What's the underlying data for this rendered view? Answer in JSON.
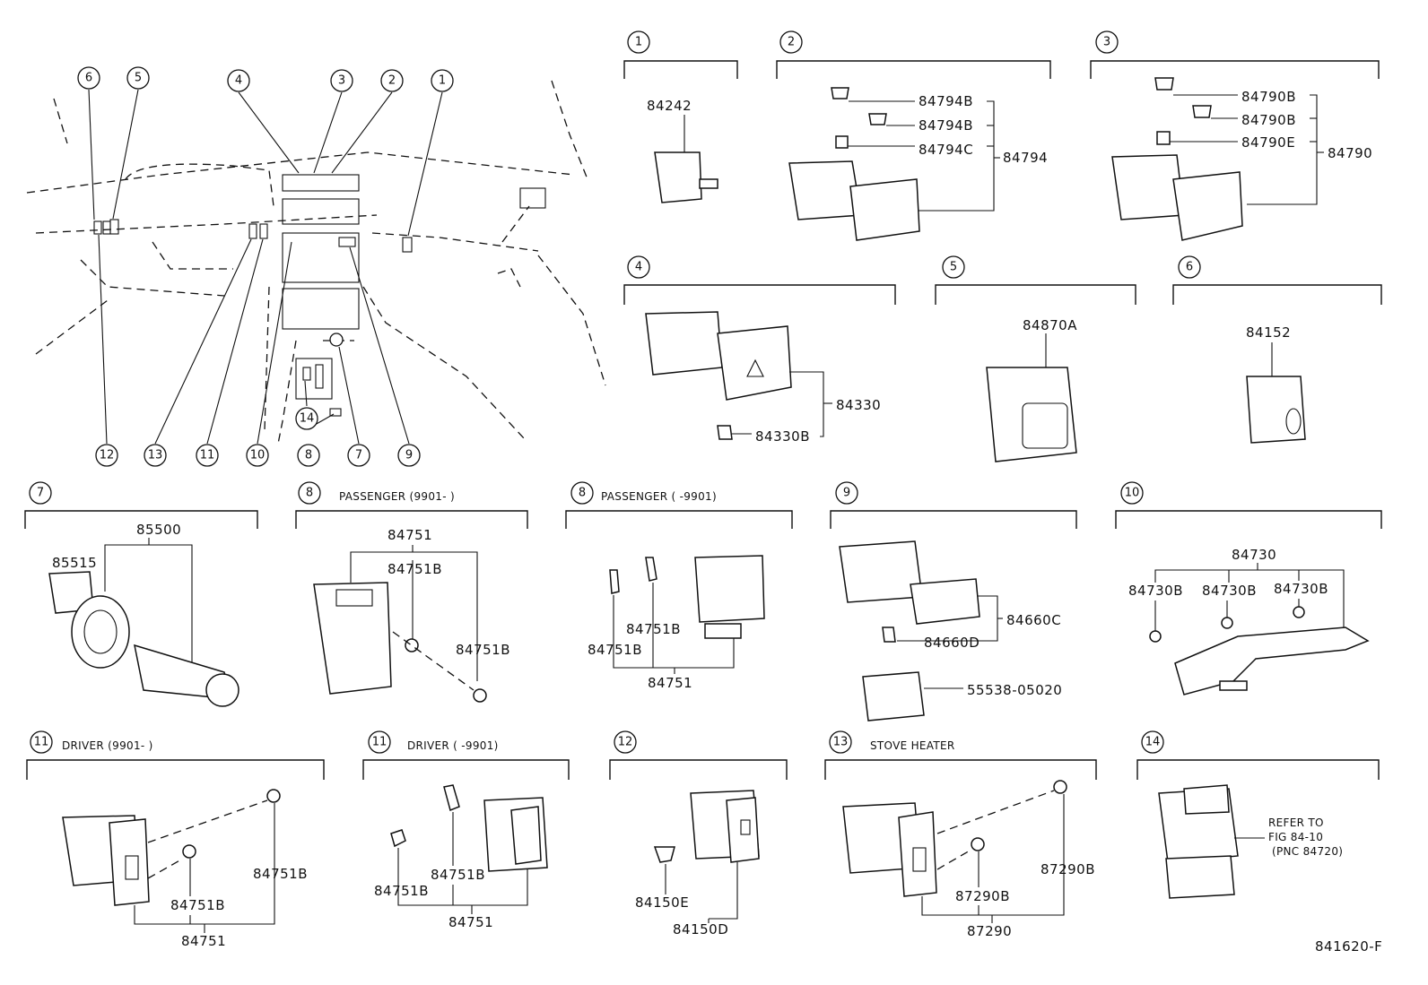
{
  "section_numbers": [
    "1",
    "2",
    "3",
    "4",
    "5",
    "6",
    "7",
    "8",
    "9",
    "10",
    "11",
    "12",
    "13",
    "14"
  ],
  "sections": {
    "s1": {
      "parts": [
        "84242"
      ]
    },
    "s2": {
      "parts": [
        "84794B",
        "84794B",
        "84794C",
        "84794"
      ]
    },
    "s3": {
      "parts": [
        "84790B",
        "84790B",
        "84790E",
        "84790"
      ]
    },
    "s4": {
      "parts": [
        "84330",
        "84330B"
      ]
    },
    "s5": {
      "parts": [
        "84870A"
      ]
    },
    "s6": {
      "parts": [
        "84152"
      ]
    },
    "s7": {
      "parts": [
        "85500",
        "85515"
      ]
    },
    "s8a": {
      "title": "PASSENGER (9901-      )",
      "parts": [
        "84751",
        "84751B",
        "84751B"
      ]
    },
    "s8b": {
      "title": "PASSENGER (      -9901)",
      "parts": [
        "84751B",
        "84751B",
        "84751"
      ]
    },
    "s9": {
      "parts": [
        "84660C",
        "84660D",
        "55538-05020"
      ]
    },
    "s10": {
      "parts": [
        "84730",
        "84730B",
        "84730B",
        "84730B"
      ]
    },
    "s11a": {
      "title": "DRIVER (9901-      )",
      "parts": [
        "84751B",
        "84751B",
        "84751"
      ]
    },
    "s11b": {
      "title": "DRIVER (      -9901)",
      "parts": [
        "84751B",
        "84751B",
        "84751"
      ]
    },
    "s12": {
      "parts": [
        "84150E",
        "84150D"
      ]
    },
    "s13": {
      "title": "STOVE HEATER",
      "parts": [
        "87290B",
        "87290B",
        "87290"
      ]
    },
    "s14": {
      "note": [
        "REFER TO",
        "FIG 84-10",
        "(PNC 84720)"
      ]
    }
  },
  "figure_code": "841620-F"
}
